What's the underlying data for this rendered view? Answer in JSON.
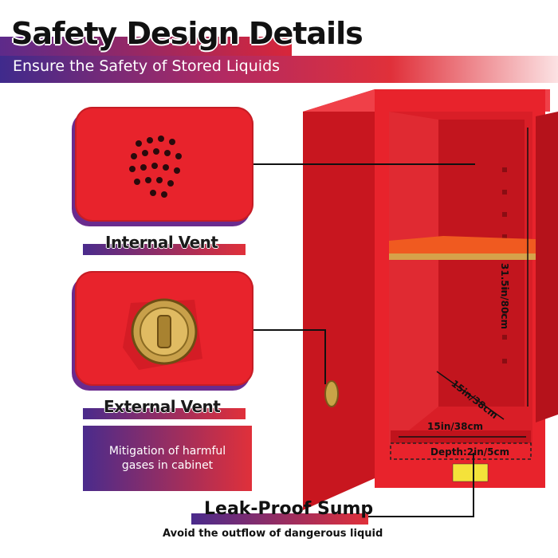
{
  "header": {
    "title": "Safety Design Details",
    "subtitle": "Ensure the Safety of Stored Liquids"
  },
  "details": [
    {
      "label": "Internal Vent",
      "icon": "perforated-vent-icon"
    },
    {
      "label": "External Vent",
      "icon": "bung-vent-icon"
    }
  ],
  "note": {
    "text": "Mitigation of harmful gases in cabinet"
  },
  "sump": {
    "title": "Leak-Proof Sump",
    "subtitle": "Avoid the outflow of dangerous liquid"
  },
  "dimensions": {
    "height": "31.5in/80cm",
    "depth": "15in/38cm",
    "width": "15in/38cm",
    "sump_depth": "Depth:2in/5cm"
  },
  "colors": {
    "cabinet": "#e8232c",
    "accent_purple": "#4a2b8c",
    "accent_red": "#e0303a"
  }
}
